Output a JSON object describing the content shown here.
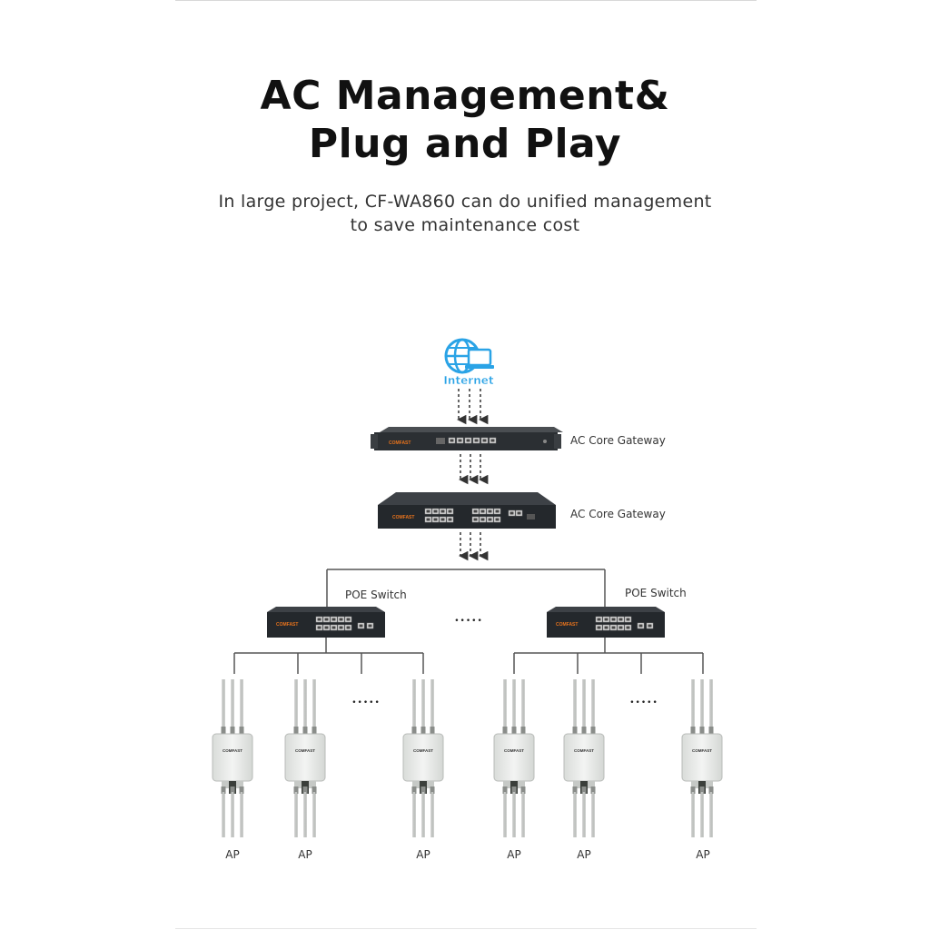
{
  "header": {
    "title_line1": "AC Management&",
    "title_line2": "Plug and Play",
    "subtitle_line1": "In large project, CF-WA860 can do unified management",
    "subtitle_line2": "to save maintenance cost"
  },
  "diagram": {
    "internet_label": "Internet",
    "core_gateway_label": "AC Core Gateway",
    "second_gateway_label": "AC Core Gateway",
    "poe_switch_left_label": "POE Switch",
    "poe_switch_right_label": "POE Switch",
    "switch_ellipsis": "•••••",
    "ap_ellipsis_left": "•••••",
    "ap_ellipsis_right": "•••••",
    "brand": "COMFAST",
    "ap_labels": [
      "AP",
      "AP",
      "AP",
      "AP",
      "AP",
      "AP"
    ]
  },
  "colors": {
    "internet_blue": "#2aa3e6",
    "device_dark": "#2b2f33",
    "brand_orange": "#e8731c",
    "line_gray": "#555555",
    "ap_body": "#e9ebe9"
  }
}
